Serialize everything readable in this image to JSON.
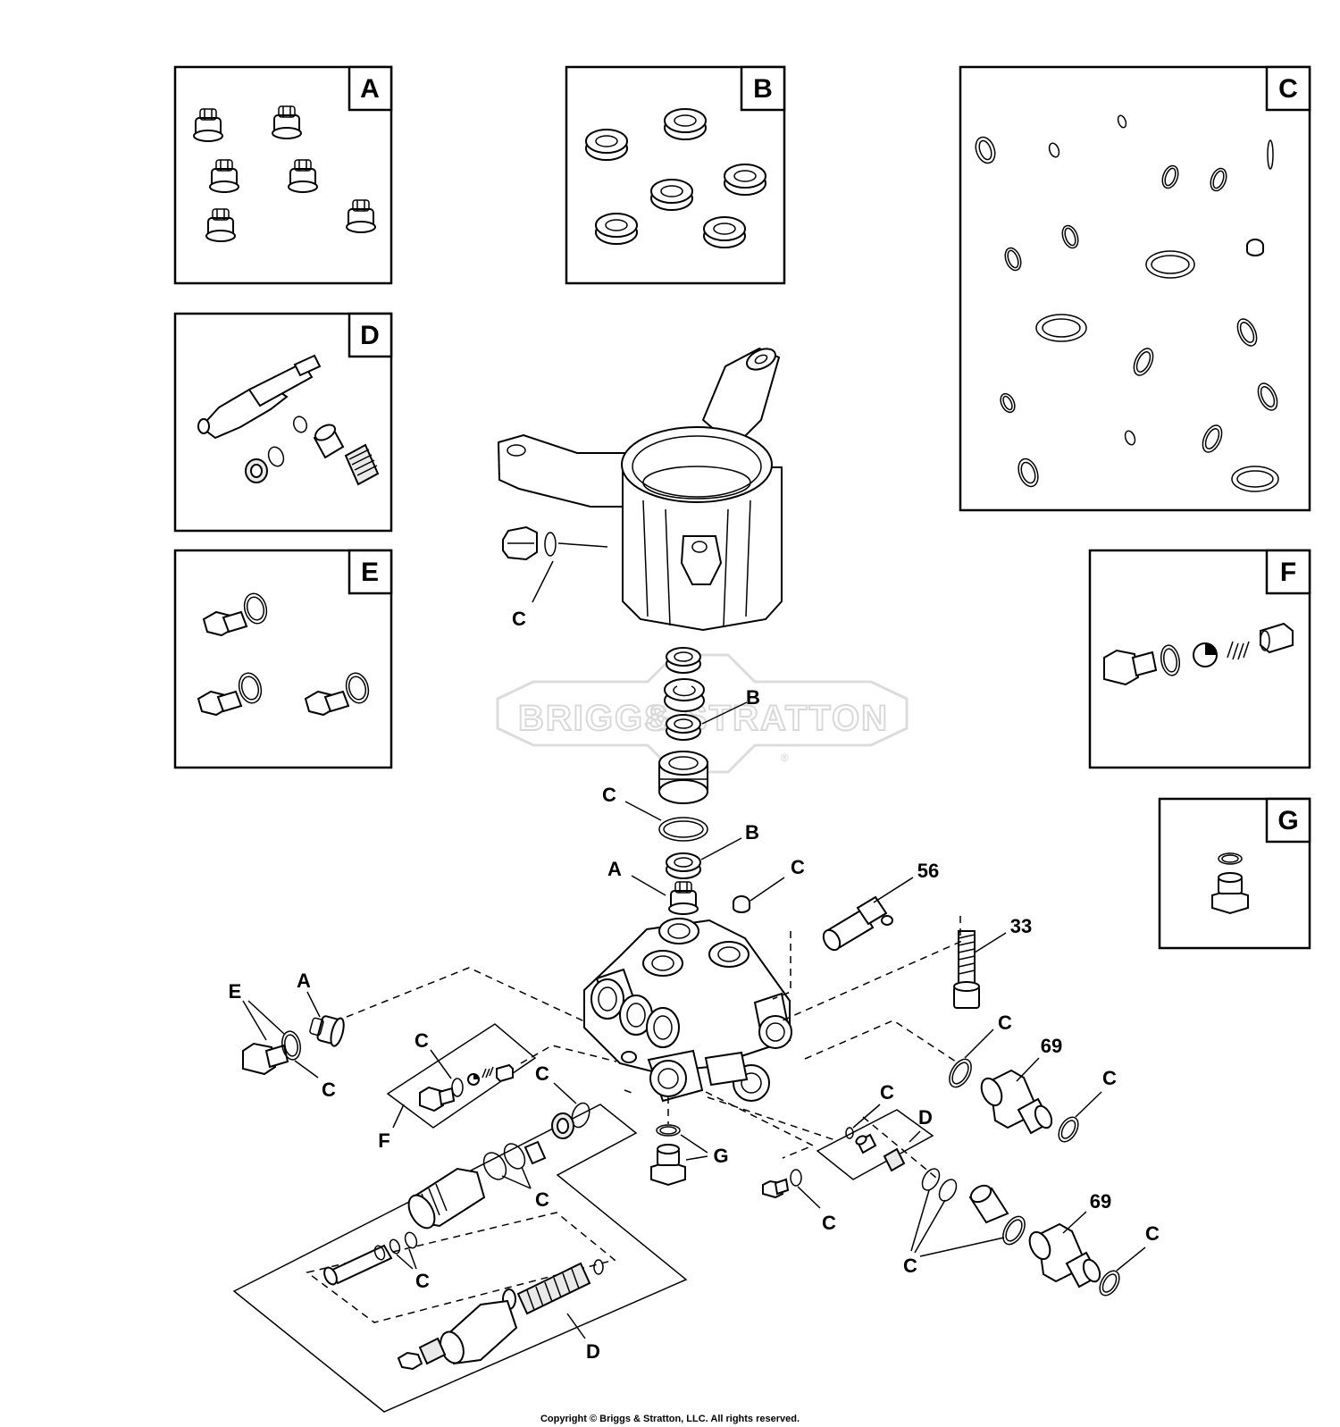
{
  "kits": [
    {
      "letter": "A"
    },
    {
      "letter": "B"
    },
    {
      "letter": "C"
    },
    {
      "letter": "D"
    },
    {
      "letter": "E"
    },
    {
      "letter": "F"
    },
    {
      "letter": "G"
    }
  ],
  "callouts": {
    "c_manifold_plug": "C",
    "b_upper": "B",
    "c_mid": "C",
    "b_lower": "B",
    "a_top": "A",
    "c_cap": "C",
    "n56": "56",
    "n33": "33",
    "e_left": "E",
    "a_left": "A",
    "c_left": "C",
    "c_fkit": "C",
    "f_kit": "F",
    "c_unloader": "C",
    "c_unloader2": "C",
    "c_unloader3": "C",
    "d_unloader": "D",
    "g_plug": "G",
    "c_bottom_plug": "C",
    "c_d_small": "C",
    "d_small": "D",
    "c_69_top": "C",
    "n69_top": "69",
    "c_69_top_right": "C",
    "c_cluster": "C",
    "n69_bottom": "69",
    "c_69_bottom_right": "C"
  },
  "watermark": {
    "brand_left": "BRIGGS",
    "brand_amp": "&",
    "brand_right": "STRATTON",
    "registered": "®"
  },
  "copyright": "Copyright © Briggs & Stratton, LLC. All rights reserved."
}
